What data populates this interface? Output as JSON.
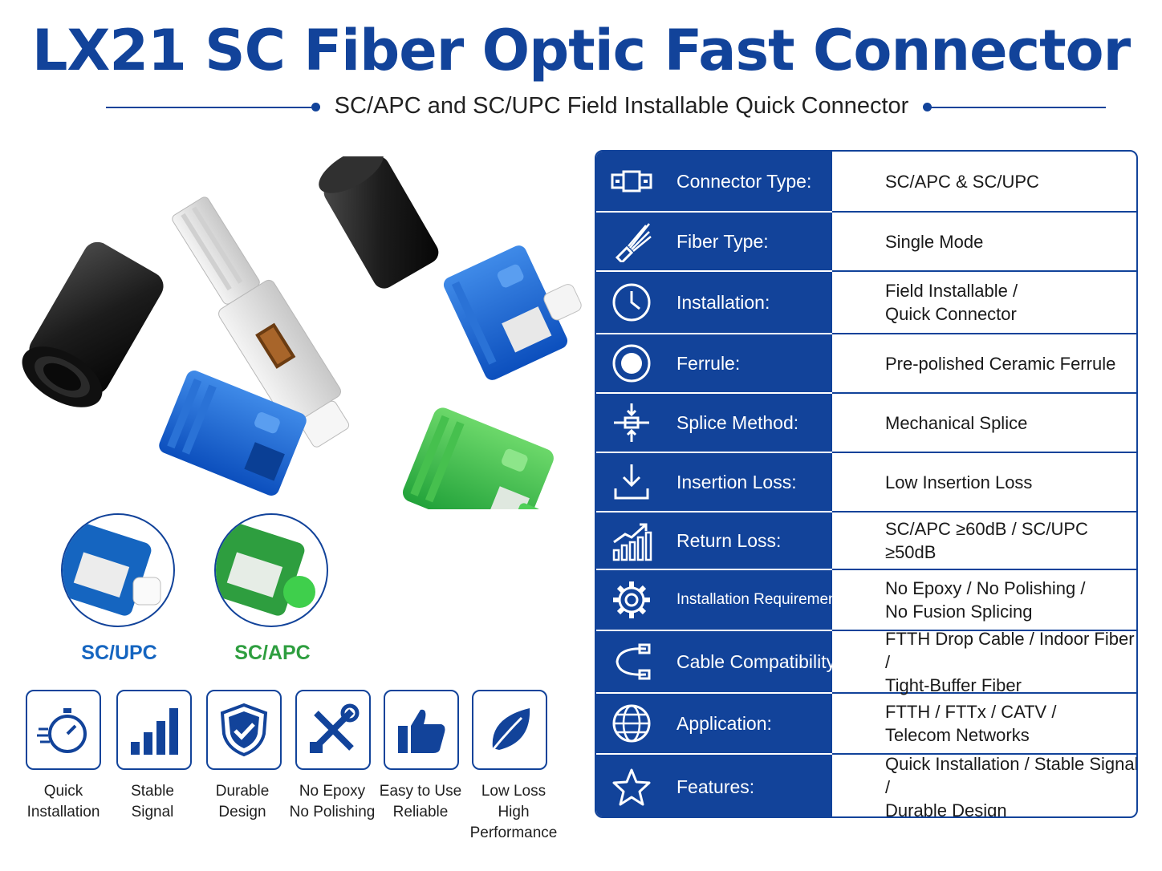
{
  "header": {
    "title": "LX21 SC Fiber Optic Fast Connector",
    "subtitle": "SC/APC and SC/UPC Field Installable Quick Connector"
  },
  "variants": [
    {
      "label": "SC/UPC",
      "color": "#1565c0"
    },
    {
      "label": "SC/APC",
      "color": "#2e9e3f"
    }
  ],
  "features": [
    {
      "line1": "Quick",
      "line2": "Installation",
      "icon": "stopwatch-icon"
    },
    {
      "line1": "Stable",
      "line2": "Signal",
      "icon": "signal-bars-icon"
    },
    {
      "line1": "Durable",
      "line2": "Design",
      "icon": "shield-check-icon"
    },
    {
      "line1": "No Epoxy",
      "line2": "No Polishing",
      "icon": "tools-icon"
    },
    {
      "line1": "Easy to Use",
      "line2": "Reliable",
      "icon": "thumbs-up-icon"
    },
    {
      "line1": "Low Loss",
      "line2": "High Performance",
      "icon": "leaf-icon"
    }
  ],
  "specs": [
    {
      "label": "Connector Type:",
      "value": "SC/APC & SC/UPC",
      "icon": "connector-icon"
    },
    {
      "label": "Fiber Type:",
      "value": "Single Mode",
      "icon": "fiber-icon"
    },
    {
      "label": "Installation:",
      "value": "Field Installable /\nQuick Connector",
      "icon": "clock-icon"
    },
    {
      "label": "Ferrule:",
      "value": "Pre-polished Ceramic Ferrule",
      "icon": "ferrule-icon"
    },
    {
      "label": "Splice Method:",
      "value": "Mechanical Splice",
      "icon": "splice-icon"
    },
    {
      "label": "Insertion Loss:",
      "value": "Low Insertion Loss",
      "icon": "download-tray-icon"
    },
    {
      "label": "Return Loss:",
      "value": "SC/APC ≥60dB / SC/UPC ≥50dB",
      "icon": "growth-chart-icon"
    },
    {
      "label": "Installation Requirement:",
      "value": "No Epoxy / No Polishing /\nNo Fusion Splicing",
      "icon": "gear-icon"
    },
    {
      "label": "Cable Compatibility:",
      "value": "FTTH Drop Cable / Indoor Fiber /\nTight-Buffer Fiber",
      "icon": "cable-icon"
    },
    {
      "label": "Application:",
      "value": "FTTH / FTTx / CATV /\nTelecom Networks",
      "icon": "globe-icon"
    },
    {
      "label": "Features:",
      "value": "Quick Installation / Stable Signal /\nDurable Design",
      "icon": "star-icon"
    }
  ],
  "colors": {
    "brand_blue": "#12439a",
    "connector_blue": "#1565c0",
    "connector_green": "#2e9e3f",
    "boot_black": "#1b1b1b",
    "body_gray": "#e2e2e2"
  }
}
